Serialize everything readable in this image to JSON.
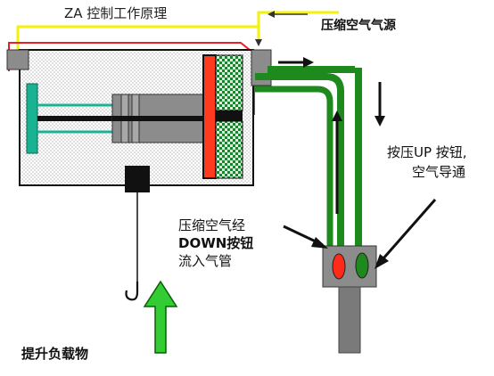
{
  "labels": {
    "title": "ZA 控制工作原理",
    "air_source": "压缩空气气源",
    "up_button_line1": "按压UP 按钮,",
    "up_button_line2": "空气导通",
    "down_line1": "压缩空气经",
    "down_line2": "DOWN按钮",
    "down_line3": "流入气管",
    "lift_load": "提升负载物"
  },
  "colors": {
    "yellow_air": "#f2f20a",
    "red_line": "#e8202a",
    "green_pipe": "#1e8a1e",
    "grey": "#8c8c8c",
    "teal": "#19b394",
    "red_piston": "#ff3b1f",
    "arrow_green": "#33cc33"
  }
}
